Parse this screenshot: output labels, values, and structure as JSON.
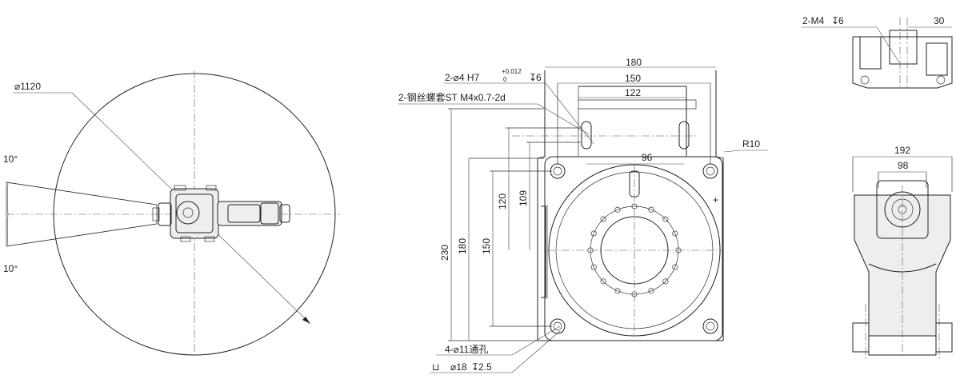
{
  "views": {
    "top_view": {
      "reach_diameter": "⌀1120",
      "angle_upper": "10°",
      "angle_lower": "10°"
    },
    "base_view": {
      "width_outer": "180",
      "width_mid": "150",
      "width_inner": "122",
      "width_small": "96",
      "height_total": "230",
      "height_180": "180",
      "height_150": "150",
      "height_120": "120",
      "height_109": "109",
      "corner_radius": "R10",
      "pin_hole_callout_prefix": "2-⌀4 H7",
      "pin_hole_tol_upper": "+0.012",
      "pin_hole_tol_lower": "0",
      "pin_hole_depth": "6",
      "insert_callout": "2-钢丝螺套ST M4x0.7-2d",
      "mount_hole_callout": "4-⌀11通孔",
      "counterbore_callout": "⌀18",
      "counterbore_depth": "2.5"
    },
    "side_view_top": {
      "thread_callout": "2-M4",
      "thread_depth": "6",
      "offset": "30"
    },
    "side_view_bottom": {
      "width_outer": "192",
      "width_inner": "98"
    }
  },
  "symbols": {
    "depth_symbol": "↧",
    "counterbore_symbol": "⊔"
  }
}
